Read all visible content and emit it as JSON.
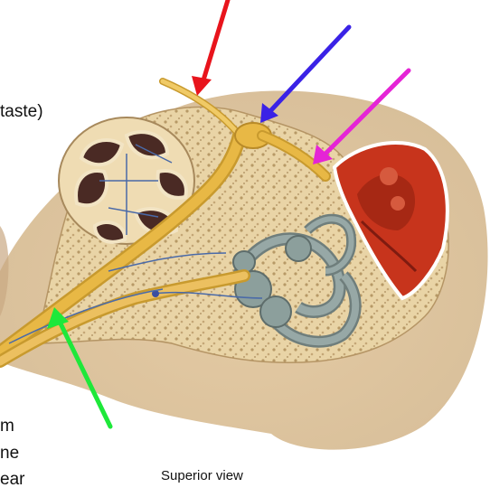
{
  "text_fragments": {
    "taste": "taste)",
    "m": "m",
    "ne": "ne",
    "ear": "ear"
  },
  "caption": "Superior view",
  "arrows": [
    {
      "name": "red-arrow",
      "color": "#e8141c"
    },
    {
      "name": "blue-arrow",
      "color": "#3a22e6"
    },
    {
      "name": "magenta-arrow",
      "color": "#e524d6"
    },
    {
      "name": "green-arrow",
      "color": "#1ee83a"
    }
  ],
  "colors": {
    "nerve": "#e8b845",
    "bone": "#e6cf9f",
    "skin": "#dcc4a3",
    "labyrinth": "#97a8a6",
    "middle_ear": "#c7341c"
  }
}
